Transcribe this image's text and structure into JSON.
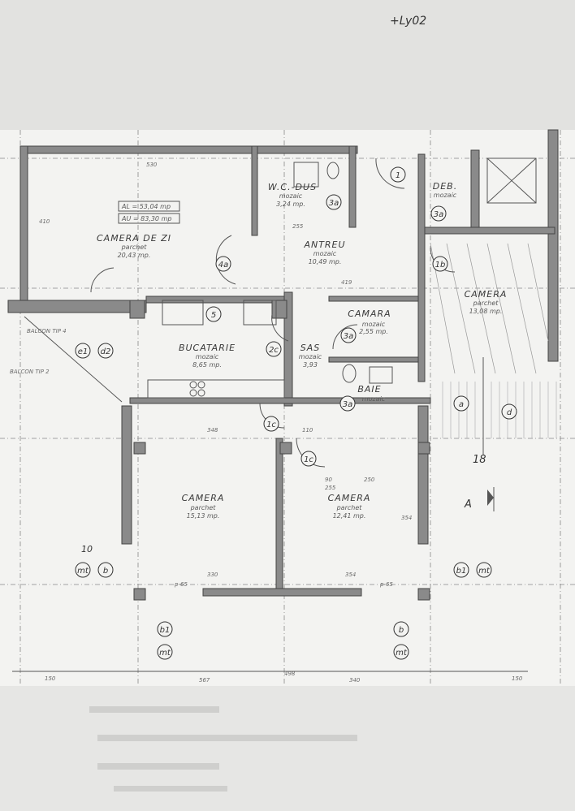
{
  "annotation_top": "+Ly02",
  "area_box": {
    "al": "AL = 53,04 mp",
    "au": "AU = 83,30 mp"
  },
  "rooms": [
    {
      "name": "CAMERA DE ZI",
      "floor": "parchet",
      "area": "20,43 mp."
    },
    {
      "name": "W.C.-DUS",
      "floor": "mozaic",
      "area": "3,24 mp."
    },
    {
      "name": "ANTREU",
      "floor": "mozaic",
      "area": "10,49 mp."
    },
    {
      "name": "DEB.",
      "floor": "mozaic",
      "area": ""
    },
    {
      "name": "CAMERA",
      "floor": "parchet",
      "area": "13,08 mp."
    },
    {
      "name": "CAMARA",
      "floor": "mozaic",
      "area": "2,55 mp."
    },
    {
      "name": "BUCATARIE",
      "floor": "mozaic",
      "area": "8,65 mp."
    },
    {
      "name": "SAS",
      "floor": "mozaic",
      "area": "3,93"
    },
    {
      "name": "BAIE",
      "floor": "mozaic",
      "area": ""
    },
    {
      "name": "CAMERA",
      "floor": "parchet",
      "area": "15,13 mp."
    },
    {
      "name": "CAMERA",
      "floor": "parchet",
      "area": "12,41 mp."
    }
  ],
  "balconies": {
    "b4": "BALCON TIP 4",
    "b2": "BALCON TIP 2"
  },
  "markers": {
    "m1": "1",
    "m3a_wc": "3a",
    "m3a_deb": "3a",
    "m1b": "1b",
    "m4a": "4a",
    "m5": "5",
    "m2c": "2c",
    "m3a_camara": "3a",
    "m3a_baie": "3a",
    "m1c_a": "1c",
    "m1c_b": "1c",
    "ma": "a",
    "md": "d",
    "me1": "e1",
    "md2": "d2",
    "mt_left": "mt",
    "b_left": "b",
    "b1_right": "b1",
    "mt_right": "mt",
    "b1_bottom": "b1",
    "mt_bottom_l": "mt",
    "b_bottom": "b",
    "mt_bottom_r": "mt"
  },
  "section": {
    "label": "A",
    "axis": "18",
    "axis_left": "10"
  },
  "dimensions": {
    "top_zi": "530",
    "zi_h": "410",
    "wc_w": "255",
    "antreu_w": "419",
    "buc_w": "348",
    "sas_w": "110",
    "cam1_w": "330",
    "cam2_w": "354",
    "cam2_top": "250",
    "cam2_h": "354",
    "p65_l": "p-65",
    "p65_r": "p-65",
    "d90": "90",
    "d255": "255",
    "bot1": "150",
    "bot2": "567",
    "bot3": "498",
    "bot4": "340",
    "bot5": "150"
  }
}
